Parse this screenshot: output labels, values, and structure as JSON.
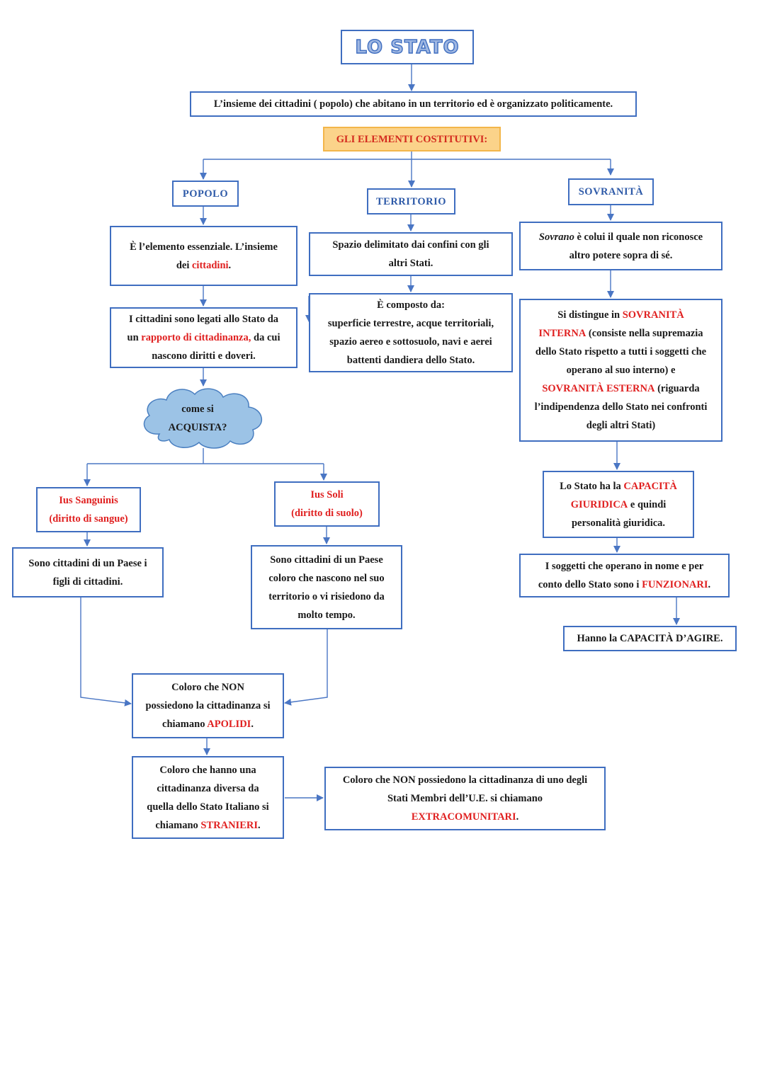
{
  "title": "LO STATO",
  "definition": "L’insieme dei cittadini ( popolo) che abitano in un territorio ed è organizzato politicamente.",
  "elements_header": "GLI ELEMENTI COSTITUTIVI:",
  "popolo": {
    "label": "POPOLO",
    "desc": {
      "l1": "È l’elemento essenziale. L’insieme",
      "l2_pre": "dei ",
      "l2_hl": "cittadini",
      "l2_post": "."
    },
    "rapporto": {
      "l1": "I cittadini sono legati allo Stato da",
      "l2_pre": "un ",
      "l2_hl": "rapporto di cittadinanza,",
      "l2_post": " da cui",
      "l3": "nascono diritti e doveri."
    },
    "cloud": {
      "l1": "come si",
      "l2": "ACQUISTA?"
    }
  },
  "ius_sanguinis": {
    "title": "Ius Sanguinis",
    "subtitle": "(diritto di sangue)",
    "desc": {
      "l1": "Sono cittadini di un Paese i",
      "l2": "figli di cittadini."
    }
  },
  "ius_soli": {
    "title": "Ius Soli",
    "subtitle": "(diritto di suolo)",
    "desc": {
      "l1": "Sono cittadini di un Paese",
      "l2": "coloro che nascono nel suo",
      "l3": "territorio o vi risiedono da",
      "l4": "molto tempo."
    }
  },
  "apolidi": {
    "l1": "Coloro che NON",
    "l2": "possiedono la cittadinanza si",
    "l3_pre": "chiamano ",
    "l3_hl": "APOLIDI",
    "l3_post": "."
  },
  "stranieri": {
    "l1": "Coloro che hanno una",
    "l2": "cittadinanza diversa da",
    "l3": "quella dello Stato Italiano si",
    "l4_pre": "chiamano ",
    "l4_hl": "STRANIERI",
    "l4_post": "."
  },
  "extracomunitari": {
    "l1": "Coloro che NON possiedono la cittadinanza di uno degli",
    "l2": "Stati Membri dell’U.E. si chiamano",
    "l3_hl": "EXTRACOMUNITARI",
    "l3_post": "."
  },
  "territorio": {
    "label": "TERRITORIO",
    "desc": {
      "l1": "Spazio delimitato dai confini con gli",
      "l2": "altri Stati."
    },
    "composto": {
      "l1": "È composto da:",
      "l2": "superficie terrestre, acque territoriali,",
      "l3": "spazio aereo e sottosuolo, navi e aerei",
      "l4": "battenti dandiera dello Stato."
    }
  },
  "sovranita": {
    "label": "SOVRANITÀ",
    "desc": {
      "l1_it": "Sovrano",
      "l1_post": " è colui il quale non riconosce",
      "l2": "altro potere sopra di sé."
    },
    "distingue": {
      "l1_pre": "Si distingue in ",
      "l1_hl": "SOVRANITÀ",
      "l2_hl": "INTERNA",
      "l2_post": " (consiste nella supremazia",
      "l3": "dello Stato rispetto a tutti i soggetti che",
      "l4": "operano al suo interno) e",
      "l5_hl": "SOVRANITÀ ESTERNA",
      "l5_post": " (riguarda",
      "l6": "l’indipendenza dello Stato nei confronti",
      "l7": "degli altri Stati)"
    },
    "capacita": {
      "l1_pre": "Lo Stato ha la ",
      "l1_hl": "CAPACITÀ",
      "l2_hl": "GIURIDICA",
      "l2_post": " e quindi",
      "l3": "personalità giuridica."
    },
    "funzionari": {
      "l1": "I soggetti che operano in nome e per",
      "l2_pre": "conto dello Stato sono i ",
      "l2_hl": "FUNZIONARI",
      "l2_post": "."
    },
    "agire": "Hanno la CAPACITÀ D’AGIRE."
  },
  "colors": {
    "line": "#4a76c4",
    "border": "#3f6ec0",
    "highlight": "#e02020",
    "header_fill": "#fbd38a",
    "cloud": "#9cc3e6"
  }
}
